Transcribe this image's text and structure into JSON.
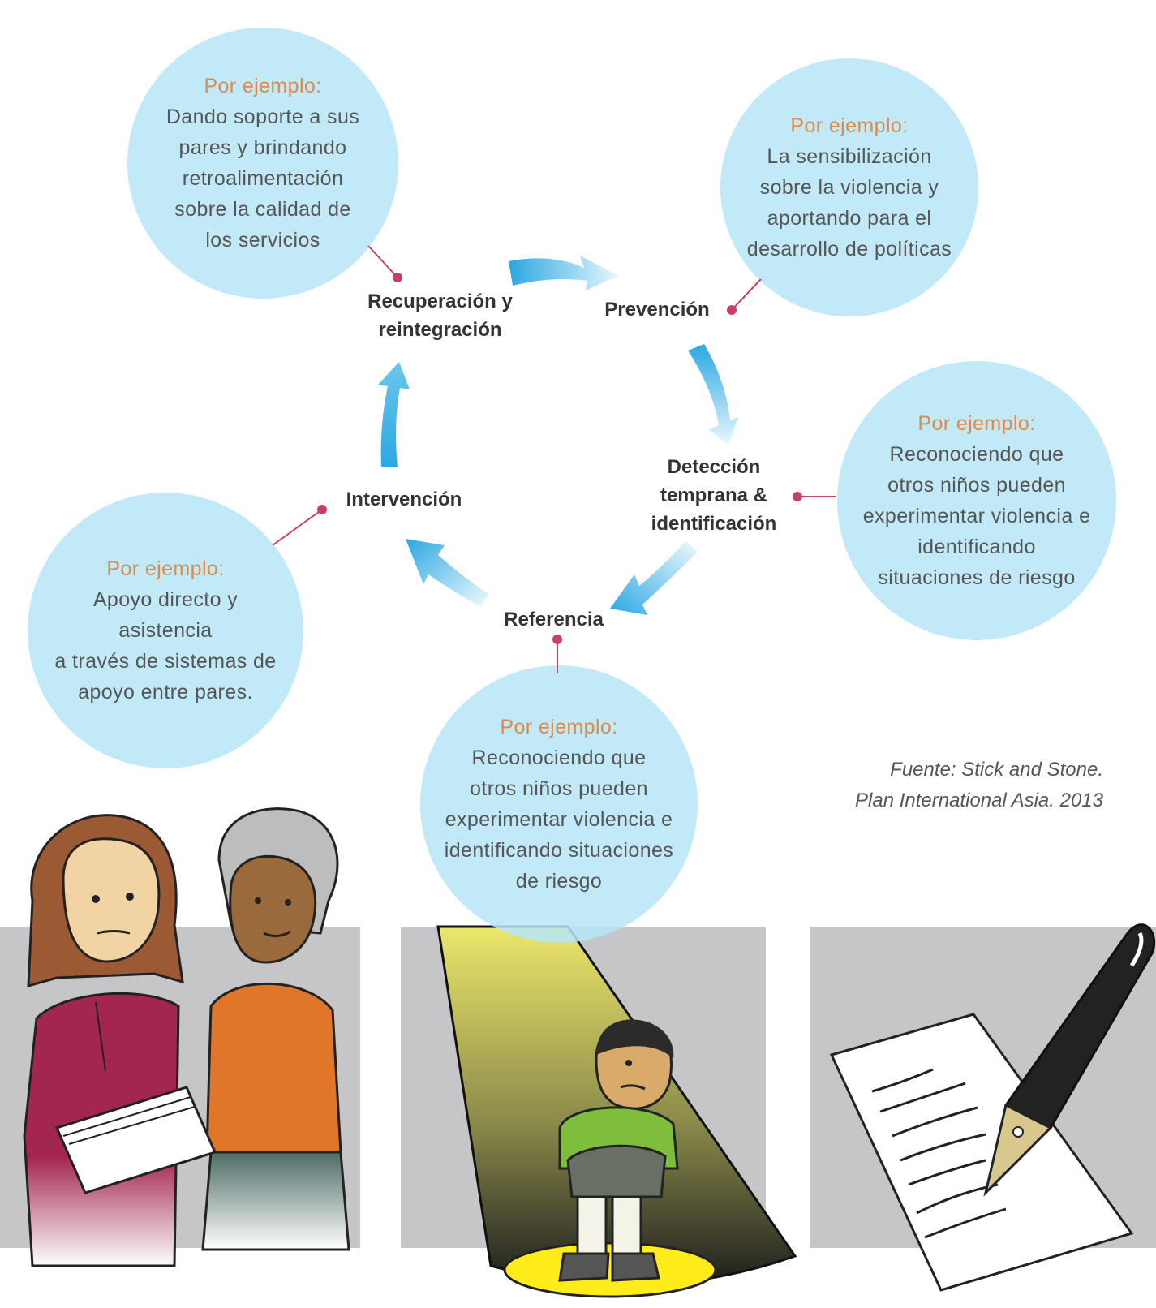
{
  "cycle": {
    "recovery": "Recuperación y\nreintegración",
    "prevention": "Prevención",
    "detection": "Detección\ntemprana &\nidentificación",
    "referral": "Referencia",
    "intervention": "Intervención"
  },
  "bubbles": {
    "recovery": {
      "label": "Por ejemplo:",
      "text": "Dando soporte a sus\npares y brindando\nretroalimentación\nsobre la calidad de\nlos servicios"
    },
    "prevention": {
      "label": "Por ejemplo:",
      "text": "La sensibilización\nsobre la violencia y\naportando para el\ndesarrollo de políticas"
    },
    "detection": {
      "label": "Por ejemplo:",
      "text": "Reconociendo que\notros niños pueden\nexperimentar violencia e\nidentificando\nsituaciones de riesgo"
    },
    "intervention": {
      "label": "Por ejemplo:",
      "text": "Apoyo directo y\nasistencia\na través de sistemas de\napoyo entre pares."
    },
    "referral": {
      "label": "Por ejemplo:",
      "text": "Reconociendo que\notros  niños pueden\nexperimentar violencia e\nidentificando situaciones\nde riesgo"
    }
  },
  "source": "Fuente: Stick and Stone.\nPlan International Asia. 2013",
  "colors": {
    "bubble": "#b8e5f6",
    "label": "#dd8a4b",
    "arrow": "#2aa8e2",
    "connector": "#c94063",
    "panel": "#c6c6c8"
  },
  "illustrations": [
    "women-sharing-documents",
    "child-under-spotlight",
    "pen-signing-document"
  ]
}
